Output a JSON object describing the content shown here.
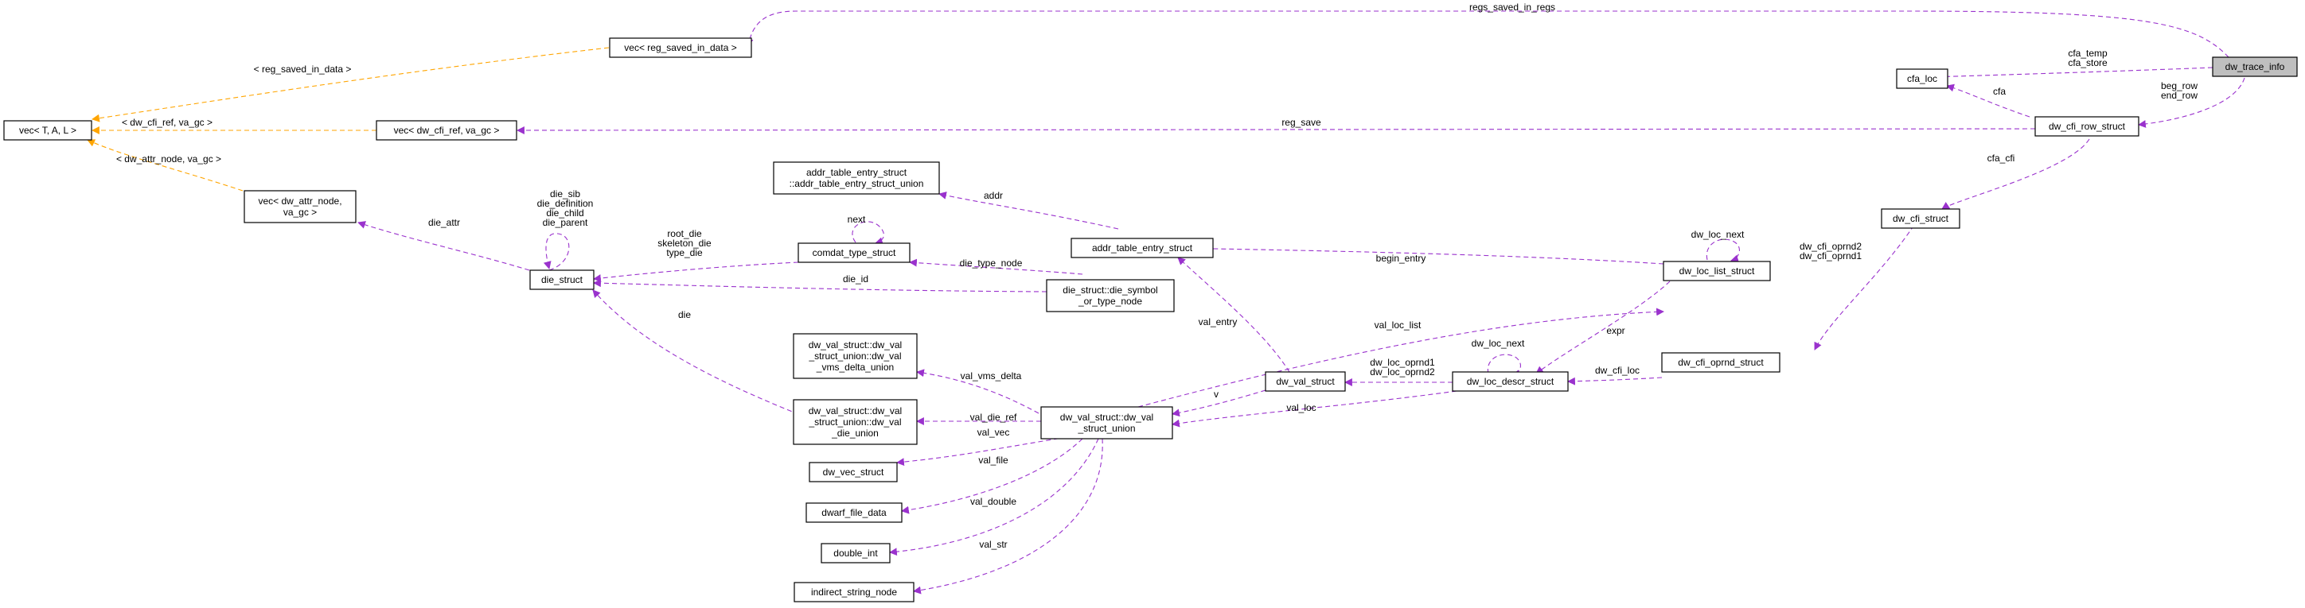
{
  "nodes": {
    "dw_trace_info": [
      "dw_trace_info"
    ],
    "regs_vec": [
      "vec< reg_saved_in_data >"
    ],
    "cfa_loc": [
      "cfa_loc"
    ],
    "dw_cfi_row_struct": [
      "dw_cfi_row_struct"
    ],
    "vec_tal": [
      "vec< T, A, L >"
    ],
    "vec_cfi_ref": [
      "vec< dw_cfi_ref, va_gc >"
    ],
    "vec_attr": [
      "vec< dw_attr_node,",
      "va_gc >"
    ],
    "addr_table_union": [
      "addr_table_entry_struct",
      "::addr_table_entry_struct_union"
    ],
    "dw_cfi_struct": [
      "dw_cfi_struct"
    ],
    "comdat_type_struct": [
      "comdat_type_struct"
    ],
    "addr_table_entry_struct": [
      "addr_table_entry_struct"
    ],
    "die_struct": [
      "die_struct"
    ],
    "die_symbol_union": [
      "die_struct::die_symbol",
      "_or_type_node"
    ],
    "dw_loc_list_struct": [
      "dw_loc_list_struct"
    ],
    "dw_cfi_oprnd_struct": [
      "dw_cfi_oprnd_struct"
    ],
    "vms_delta_union": [
      "dw_val_struct::dw_val",
      "_struct_union::dw_val",
      "_vms_delta_union"
    ],
    "dw_val_struct": [
      "dw_val_struct"
    ],
    "dw_loc_descr_struct": [
      "dw_loc_descr_struct"
    ],
    "die_union": [
      "dw_val_struct::dw_val",
      "_struct_union::dw_val",
      "_die_union"
    ],
    "dw_val_struct_union": [
      "dw_val_struct::dw_val",
      "_struct_union"
    ],
    "dw_vec_struct": [
      "dw_vec_struct"
    ],
    "dwarf_file_data": [
      "dwarf_file_data"
    ],
    "double_int": [
      "double_int"
    ],
    "indirect_string_node": [
      "indirect_string_node"
    ]
  },
  "edges": {
    "regs_saved_in_regs": [
      "regs_saved_in_regs"
    ],
    "cfa_temp_store": [
      "cfa_temp",
      "cfa_store"
    ],
    "beg_end_row": [
      "beg_row",
      "end_row"
    ],
    "cfa": [
      "cfa"
    ],
    "reg_save": [
      "reg_save"
    ],
    "reg_saved_in_data": [
      "< reg_saved_in_data >"
    ],
    "dw_cfi_ref_va_gc": [
      "< dw_cfi_ref, va_gc >"
    ],
    "dw_attr_node_va_gc": [
      "< dw_attr_node, va_gc >"
    ],
    "cfa_cfi": [
      "cfa_cfi"
    ],
    "addr": [
      "addr"
    ],
    "die_attr": [
      "die_attr"
    ],
    "die_self": [
      "die_sib",
      "die_definition",
      "die_child",
      "die_parent"
    ],
    "next": [
      "next"
    ],
    "root_skel_type": [
      "root_die",
      "skeleton_die",
      "type_die"
    ],
    "die_id": [
      "die_id"
    ],
    "die_type_node": [
      "die_type_node"
    ],
    "begin_entry": [
      "begin_entry"
    ],
    "dw_loc_next_list": [
      "dw_loc_next"
    ],
    "dw_cfi_oprnd": [
      "dw_cfi_oprnd2",
      "dw_cfi_oprnd1"
    ],
    "val_entry": [
      "val_entry"
    ],
    "expr": [
      "expr"
    ],
    "die": [
      "die"
    ],
    "val_loc_list": [
      "val_loc_list"
    ],
    "dw_loc_next_descr": [
      "dw_loc_next"
    ],
    "dw_loc_oprnd": [
      "dw_loc_oprnd1",
      "dw_loc_oprnd2"
    ],
    "dw_cfi_loc": [
      "dw_cfi_loc"
    ],
    "val_vms_delta": [
      "val_vms_delta"
    ],
    "v": [
      "v"
    ],
    "val_loc": [
      "val_loc"
    ],
    "val_die_ref": [
      "val_die_ref"
    ],
    "val_vec": [
      "val_vec"
    ],
    "val_file": [
      "val_file"
    ],
    "val_double": [
      "val_double"
    ],
    "val_str": [
      "val_str"
    ]
  }
}
